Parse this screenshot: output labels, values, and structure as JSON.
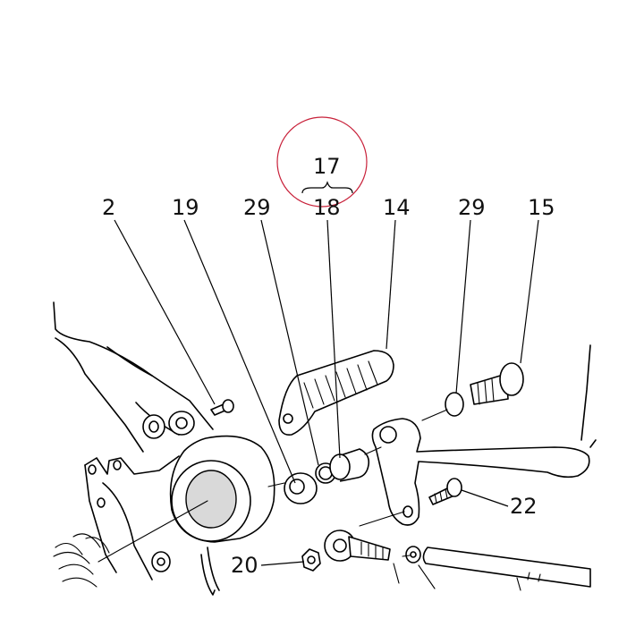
{
  "callouts": {
    "group": "17",
    "c_2": "2",
    "c_19": "19",
    "c_29_left": "29",
    "c_18": "18",
    "c_14": "14",
    "c_29_right": "29",
    "c_15": "15",
    "c_22": "22",
    "c_20": "20"
  },
  "highlight_color": "#c8213a"
}
